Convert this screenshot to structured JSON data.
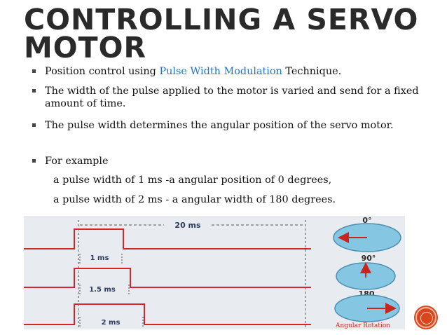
{
  "title": {
    "line1": "CONTROLLING A SERVO",
    "line2": "MOTOR"
  },
  "bullets": [
    {
      "before": "Position control using ",
      "link": "Pulse Width Modulation",
      "after": " Technique."
    },
    {
      "text": "The width of the pulse applied to the motor is varied and send for a fixed amount of time."
    },
    {
      "text": "The pulse width determines the angular position of the servo motor."
    },
    {
      "text": "For example"
    }
  ],
  "examples": [
    "a pulse width of 1 ms -a angular position of 0 degrees,",
    "a pulse width of 2 ms - a angular width of 180 degrees."
  ],
  "diagram": {
    "period_label": "20 ms",
    "pulses": [
      "1 ms",
      "1.5 ms",
      "2 ms"
    ],
    "angles": [
      "0°",
      "90°",
      "180"
    ],
    "caption": "Angular Rotation"
  },
  "colors": {
    "signal": "#d2262c",
    "dial": "#85c7e2",
    "arrow": "#c8261c",
    "caption": "#c8261c",
    "link": "#1f74c9"
  },
  "icons": [
    "bullet-square-icon",
    "circle-nav-icon"
  ]
}
